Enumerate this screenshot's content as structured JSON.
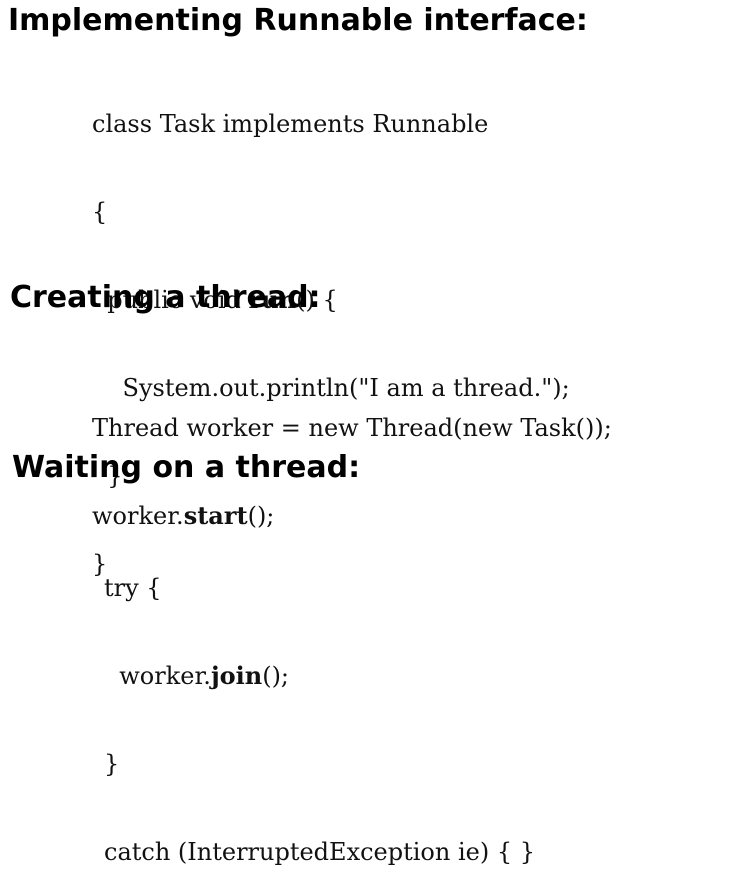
{
  "sections": [
    {
      "heading": "Implementing Runnable interface:",
      "code": [
        {
          "pre": "class Task implements Runnable",
          "bold": "",
          "post": ""
        },
        {
          "pre": "{",
          "bold": "",
          "post": ""
        },
        {
          "pre": "  public void ",
          "bold": "run",
          "post": "() {"
        },
        {
          "pre": "    System.out.println(\"I am a thread.\");",
          "bold": "",
          "post": ""
        },
        {
          "pre": "  }",
          "bold": "",
          "post": ""
        },
        {
          "pre": "}",
          "bold": "",
          "post": ""
        }
      ]
    },
    {
      "heading": "Creating a thread:",
      "code": [
        {
          "pre": "Thread worker = new Thread(new Task());",
          "bold": "",
          "post": ""
        },
        {
          "pre": "worker.",
          "bold": "start",
          "post": "();"
        }
      ]
    },
    {
      "heading": "Waiting on a thread:",
      "code": [
        {
          "pre": "try {",
          "bold": "",
          "post": ""
        },
        {
          "pre": "  worker.",
          "bold": "join",
          "post": "();"
        },
        {
          "pre": "}",
          "bold": "",
          "post": ""
        },
        {
          "pre": "catch (InterruptedException ie) { }",
          "bold": "",
          "post": ""
        }
      ]
    }
  ]
}
